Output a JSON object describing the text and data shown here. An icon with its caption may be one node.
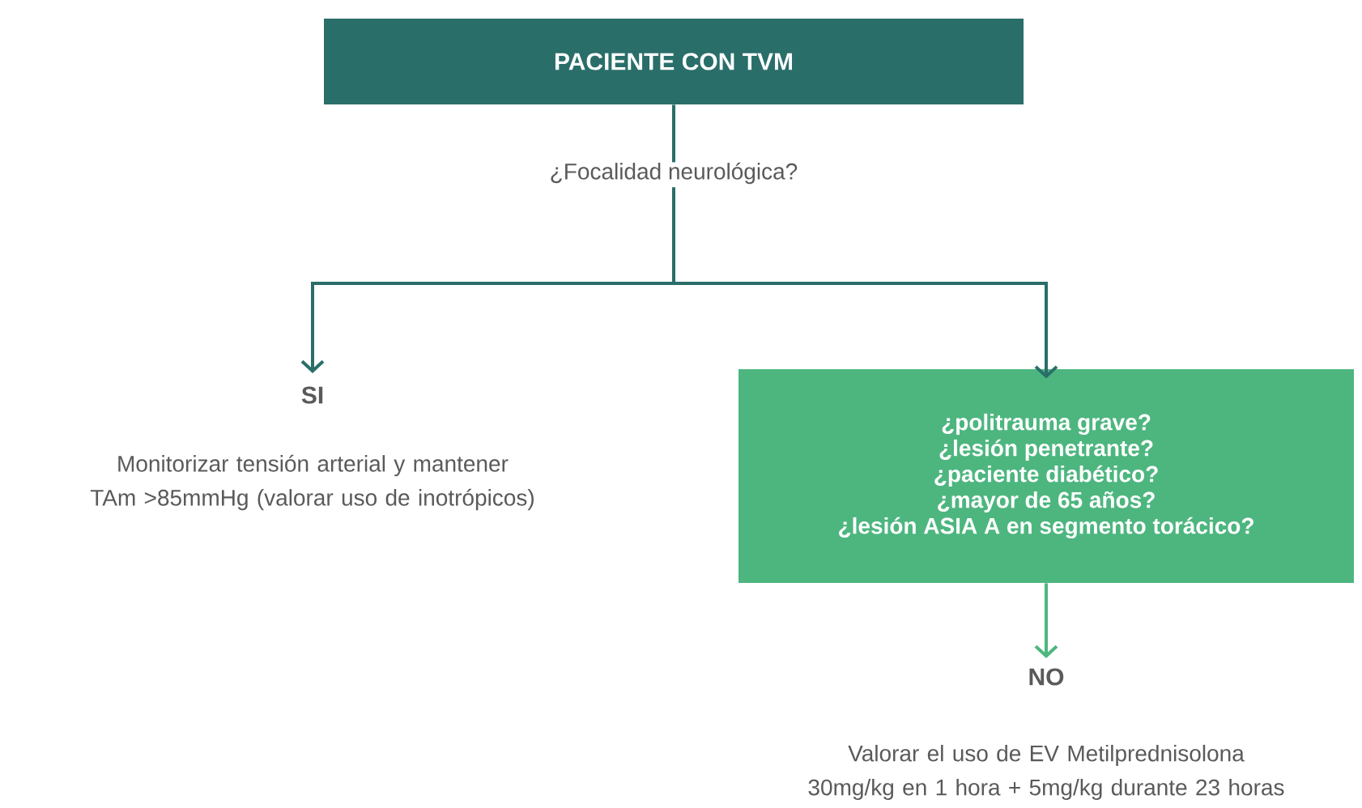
{
  "diagram": {
    "nodes": [
      {
        "text": [
          "PACIENTE CON TVM"
        ]
      },
      {
        "text": [
          "¿Focalidad neurológica?"
        ]
      },
      {
        "text": [
          "SI"
        ],
        "beside": [
          "Monitorizar tensión arterial y mantener TAm >85mmHg (valorar uso de inotrópicos)"
        ]
      },
      {
        "text": [
          "¿politrauma grave?",
          "¿lesión penetrante?",
          "¿paciente diabético?",
          "¿mayor de 65 años?",
          "¿lesión ASIA A en segmento torácico?"
        ]
      },
      {
        "text": [
          "NO"
        ],
        "beside": [
          "Valorar el uso de EV Metilprednisolona 30mg/kg en 1 hora + 5mg/kg durante 23 horas"
        ]
      }
    ],
    "edges": [
      {
        "from": 0,
        "to": 1,
        "arrow": "none"
      },
      {
        "from": 1,
        "to": 2,
        "arrow": "to"
      },
      {
        "from": 1,
        "to": 3,
        "arrow": "to"
      },
      {
        "from": 3,
        "to": 4,
        "arrow": "to",
        "color": "#4db67f"
      }
    ]
  }
}
